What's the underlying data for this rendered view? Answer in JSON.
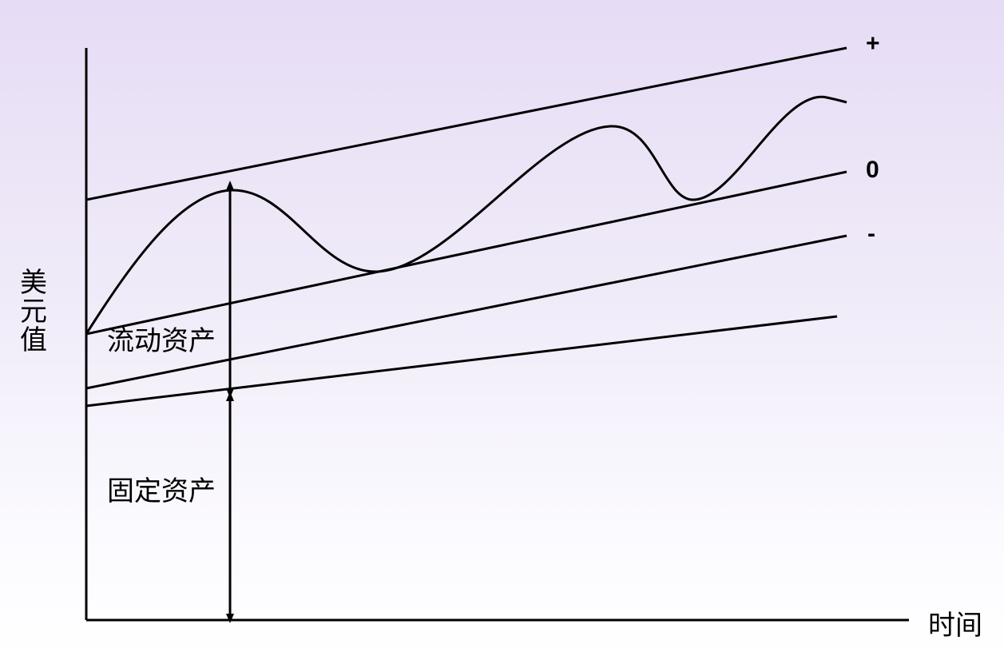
{
  "diagram": {
    "axis_labels": {
      "y": "美元值",
      "x": "时间"
    },
    "segment_labels": {
      "current_assets": "流动资产",
      "fixed_assets": "固定资产"
    },
    "line_markers": {
      "plus": "+",
      "zero": "0",
      "minus": "-"
    },
    "colors": {
      "line": "#000000",
      "background_top": "#e6dcf5",
      "background_bottom": "#ffffff"
    }
  }
}
